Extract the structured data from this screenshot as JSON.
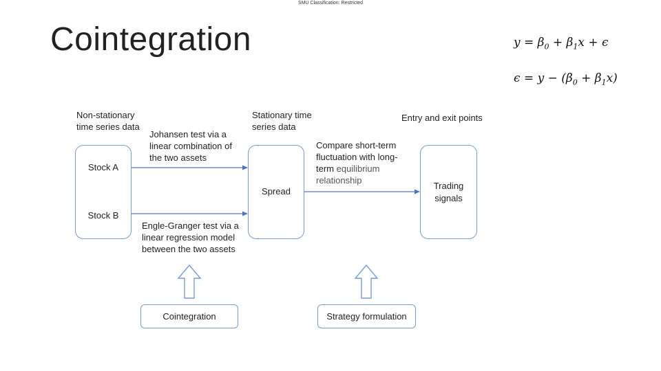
{
  "header": {
    "classification": "SMU Classification: Restricted"
  },
  "slide": {
    "title": "Cointegration",
    "equation1": {
      "lhs": "y = ",
      "b0": "β",
      "b0_sub": "0",
      "plus1": " + ",
      "b1": "β",
      "b1_sub": "1",
      "x": "x",
      "plus2": " + ",
      "eps": "ϵ"
    },
    "equation2": {
      "lhs": "ϵ = y − (",
      "b0": "β",
      "b0_sub": "0",
      "plus": " + ",
      "b1": "β",
      "b1_sub": "1",
      "rhs": "x)"
    }
  },
  "diagram": {
    "labels": {
      "nonstationary": [
        "Non-stationary",
        "time series data"
      ],
      "stationary": [
        "Stationary time",
        "series data"
      ],
      "entry_exit": "Entry and exit points",
      "johansen": [
        "Johansen test via a",
        "linear combination of",
        "the two assets"
      ],
      "engle_granger": [
        "Engle-Granger test via a",
        "linear regression model",
        "between the two assets"
      ],
      "compare_line1": "Compare short-term",
      "compare_line2": "fluctuation with long-",
      "compare_line3a": "term ",
      "compare_line3b": "equilibrium",
      "compare_line4": "relationship"
    },
    "boxes": {
      "stock_a": "Stock A",
      "stock_b": "Stock B",
      "spread": "Spread",
      "trading": [
        "Trading",
        "signals"
      ]
    },
    "bottom": {
      "cointegration": "Cointegration",
      "strategy": "Strategy formulation"
    },
    "colors": {
      "arrow": "#4a74c0",
      "box_border": "#7a9bd1",
      "hollow_arrow": "#7a9bd1"
    }
  }
}
